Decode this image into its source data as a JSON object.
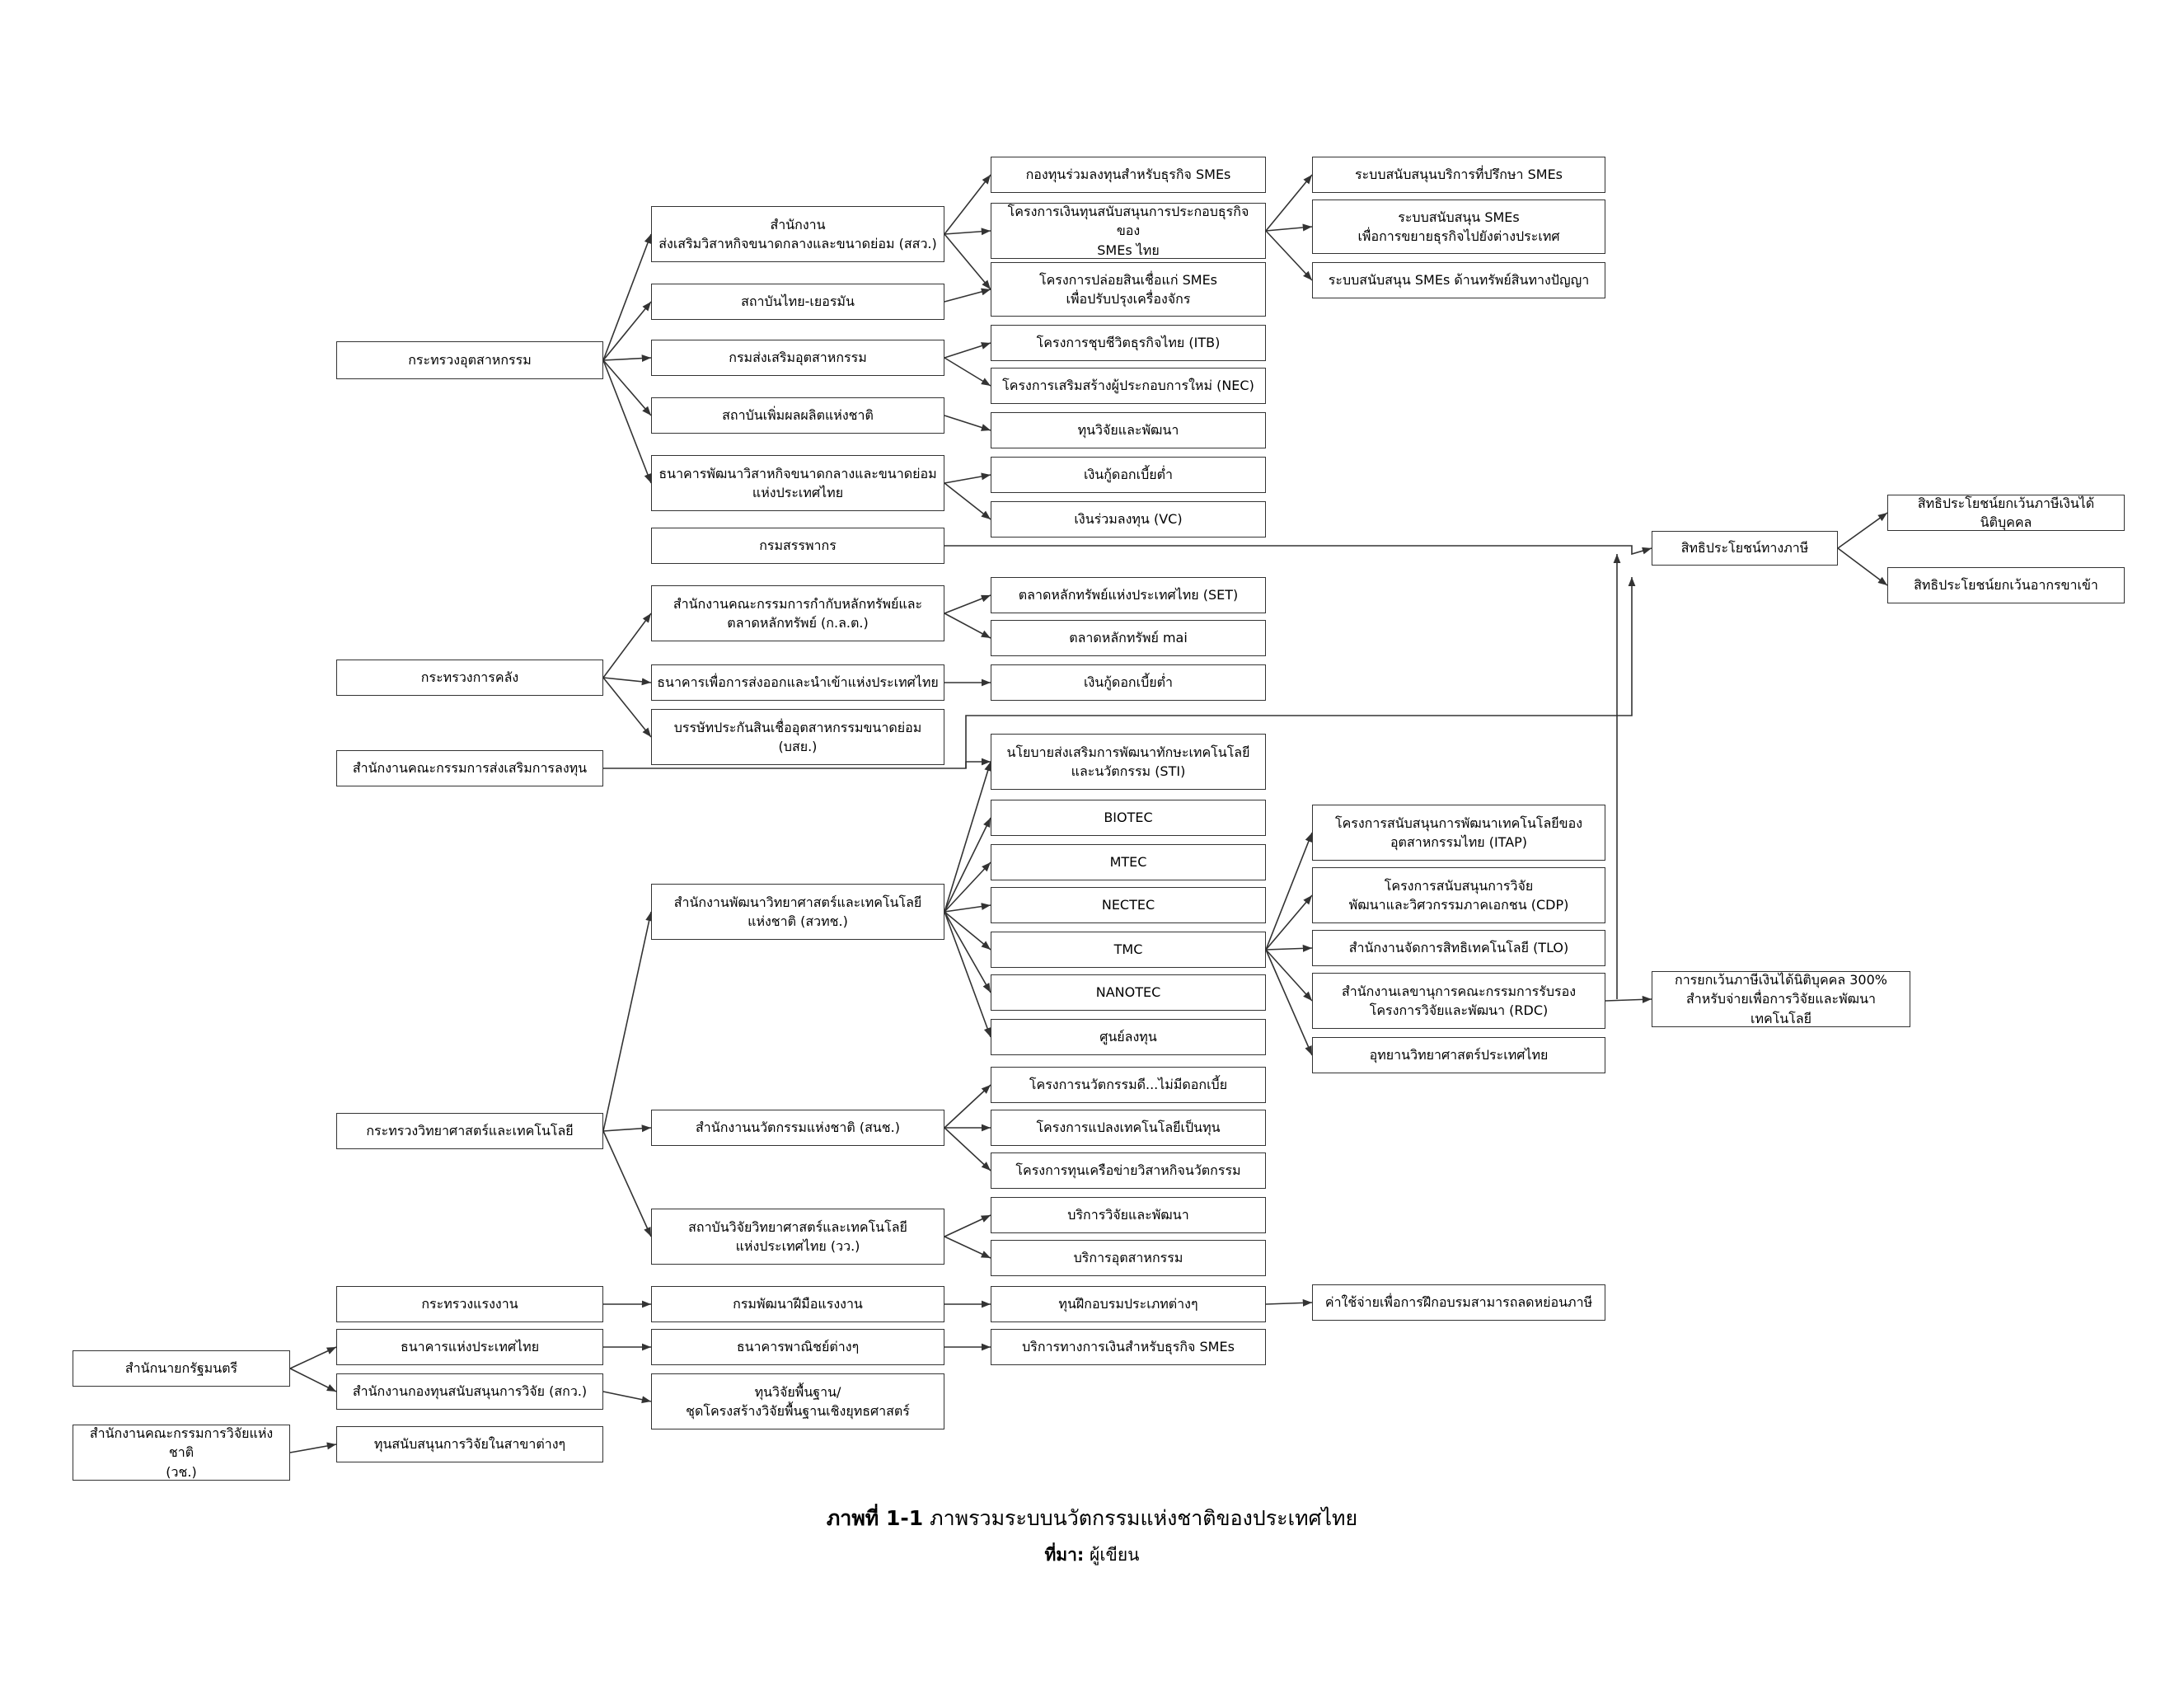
{
  "nodes": {
    "moi": "กระทรวงอุตสาหกรรม",
    "sme_office": "สำนักงาน\nส่งเสริมวิสาหกิจขนาดกลางและขนาดย่อม (สสว.)",
    "thai_german": "สถาบันไทย-เยอรมัน",
    "dip": "กรมส่งเสริมอุตสาหกรรม",
    "nat_prod": "สถาบันเพิ่มผลผลิตแห่งชาติ",
    "sme_bank": "ธนาคารพัฒนาวิสาหกิจขนาดกลางและขนาดย่อม\nแห่งประเทศไทย",
    "revenue": "กรมสรรพากร",
    "sme_vc_fund": "กองทุนร่วมลงทุนสำหรับธุรกิจ SMEs",
    "sme_grant": "โครงการเงินทุนสนับสนุนการประกอบธุรกิจของ\nSMEs ไทย",
    "sme_loan_machine": "โครงการปล่อยสินเชื่อแก่ SMEs\nเพื่อปรับปรุงเครื่องจักร",
    "itb": "โครงการชุบชีวิตธุรกิจไทย (ITB)",
    "nec": "โครงการเสริมสร้างผู้ประกอบการใหม่ (NEC)",
    "rd_fund": "ทุนวิจัยและพัฒนา",
    "lowloan1": "เงินกู้ดอกเบี้ยต่ำ",
    "vc": "เงินร่วมลงทุน (VC)",
    "sme_consult": "ระบบสนับสนุนบริการที่ปรึกษา SMEs",
    "sme_expand": "ระบบสนับสนุน SMEs\nเพื่อการขยายธุรกิจไปยังต่างประเทศ",
    "sme_ip": "ระบบสนับสนุน SMEs ด้านทรัพย์สินทางปัญญา",
    "tax_benefit": "สิทธิประโยชน์ทางภาษี",
    "corp_tax_exempt": "สิทธิประโยชน์ยกเว้นภาษีเงินได้นิติบุคคล",
    "import_exempt": "สิทธิประโยชน์ยกเว้นอากรขาเข้า",
    "mof": "กระทรวงการคลัง",
    "sec": "สำนักงานคณะกรรมการกำกับหลักทรัพย์และ\nตลาดหลักทรัพย์ (ก.ล.ต.)",
    "exim": "ธนาคารเพื่อการส่งออกและนำเข้าแห่งประเทศไทย",
    "tcg": "บรรษัทประกันสินเชื่ออุตสาหกรรมขนาดย่อม\n(บสย.)",
    "set": "ตลาดหลักทรัพย์แห่งประเทศไทย (SET)",
    "mai": "ตลาดหลักทรัพย์ mai",
    "lowloan2": "เงินกู้ดอกเบี้ยต่ำ",
    "boi": "สำนักงานคณะกรรมการส่งเสริมการลงทุน",
    "sti": "นโยบายส่งเสริมการพัฒนาทักษะเทคโนโลยี\nและนวัตกรรม (STI)",
    "biotec": "BIOTEC",
    "mtec": "MTEC",
    "nectec": "NECTEC",
    "tmc": "TMC",
    "nanotec": "NANOTEC",
    "venture_center": "ศูนย์ลงทุน",
    "nstda": "สำนักงานพัฒนาวิทยาศาสตร์และเทคโนโลยี\nแห่งชาติ (สวทช.)",
    "itap": "โครงการสนับสนุนการพัฒนาเทคโนโลยีของ\nอุตสาหกรรมไทย (ITAP)",
    "cdp": "โครงการสนับสนุนการวิจัย\nพัฒนาและวิศวกรรมภาคเอกชน (CDP)",
    "tlo": "สำนักงานจัดการสิทธิเทคโนโลยี (TLO)",
    "rdc": "สำนักงานเลขานุการคณะกรรมการรับรอง\nโครงการวิจัยและพัฒนา (RDC)",
    "sci_park": "อุทยานวิทยาศาสตร์ประเทศไทย",
    "tax300": "การยกเว้นภาษีเงินได้นิติบุคคล 300%\nสำหรับจ่ายเพื่อการวิจัยและพัฒนาเทคโนโลยี",
    "most": "กระทรวงวิทยาศาสตร์และเทคโนโลยี",
    "nia": "สำนักงานนวัตกรรมแห่งชาติ (สนช.)",
    "tistr": "สถาบันวิจัยวิทยาศาสตร์และเทคโนโลยี\nแห่งประเทศไทย (วว.)",
    "innov_nointerest": "โครงการนวัตกรรมดี...ไม่มีดอกเบี้ย",
    "tech_capital": "โครงการแปลงเทคโนโลยีเป็นทุน",
    "innov_network": "โครงการทุนเครือข่ายวิสาหกิจนวัตกรรม",
    "rd_service": "บริการวิจัยและพัฒนา",
    "ind_service": "บริการอุตสาหกรรม",
    "mol": "กระทรวงแรงงาน",
    "dsd": "กรมพัฒนาฝีมือแรงงาน",
    "training_fund": "ทุนฝึกอบรมประเภทต่างๆ",
    "training_deduct": "ค่าใช้จ่ายเพื่อการฝึกอบรมสามารถลดหย่อนภาษี",
    "pm_office": "สำนักนายกรัฐมนตรี",
    "bot": "ธนาคารแห่งประเทศไทย",
    "comm_banks": "ธนาคารพาณิชย์ต่างๆ",
    "fin_services": "บริการทางการเงินสำหรับธุรกิจ SMEs",
    "trf": "สำนักงานกองทุนสนับสนุนการวิจัย (สกว.)",
    "basic_research": "ทุนวิจัยพื้นฐาน/\nชุดโครงสร้างวิจัยพื้นฐานเชิงยุทธศาสตร์",
    "nrct": "สำนักงานคณะกรรมการวิจัยแห่งชาติ\n(วช.)",
    "research_grants": "ทุนสนับสนุนการวิจัยในสาขาต่างๆ"
  },
  "caption": {
    "figure_label": "ภาพที่ 1-1",
    "figure_title": " ภาพรวมระบบนวัตกรรมแห่งชาติของประเทศไทย",
    "source_label": "ที่มา:",
    "source_text": " ผู้เขียน"
  },
  "colors": {
    "line": "#333333",
    "text": "#000000",
    "background": "#ffffff"
  }
}
